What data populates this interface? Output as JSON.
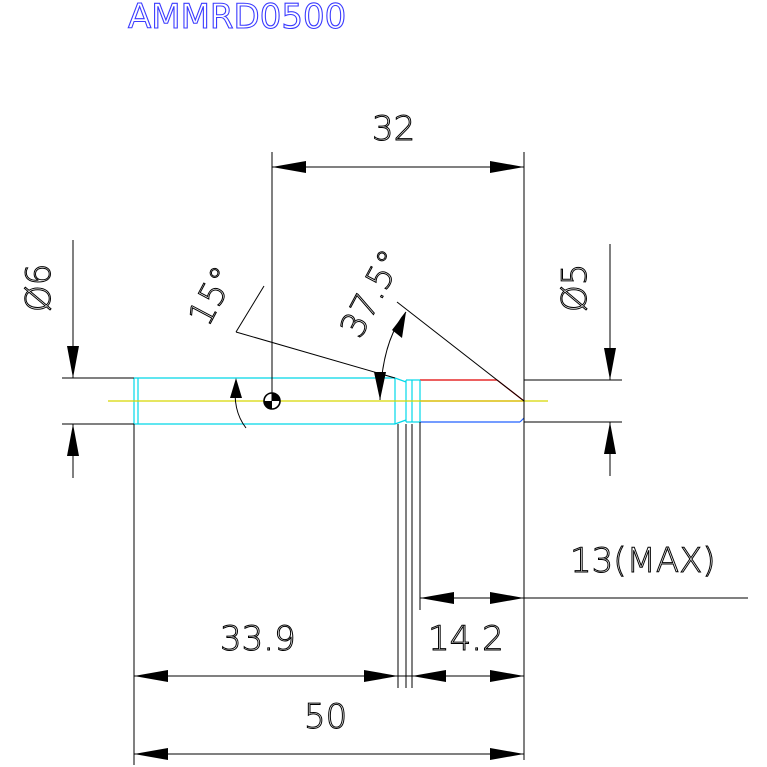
{
  "title": "AMMRD0500",
  "dimensions": {
    "overall_length": "50",
    "shank_length": "33.9",
    "tip_length": "14.2",
    "max_depth": "13(MAX)",
    "pivot_to_tip": "32",
    "diameter_shank": "Ø6",
    "diameter_tip": "Ø5",
    "angle_shank": "15°",
    "angle_tip": "37.5°"
  },
  "colors": {
    "title": "#3b3bff",
    "outline": "#00d8e8",
    "centerline": "#d8d800",
    "tip_upper": "#e00000",
    "tip_lower": "#2060ff"
  }
}
